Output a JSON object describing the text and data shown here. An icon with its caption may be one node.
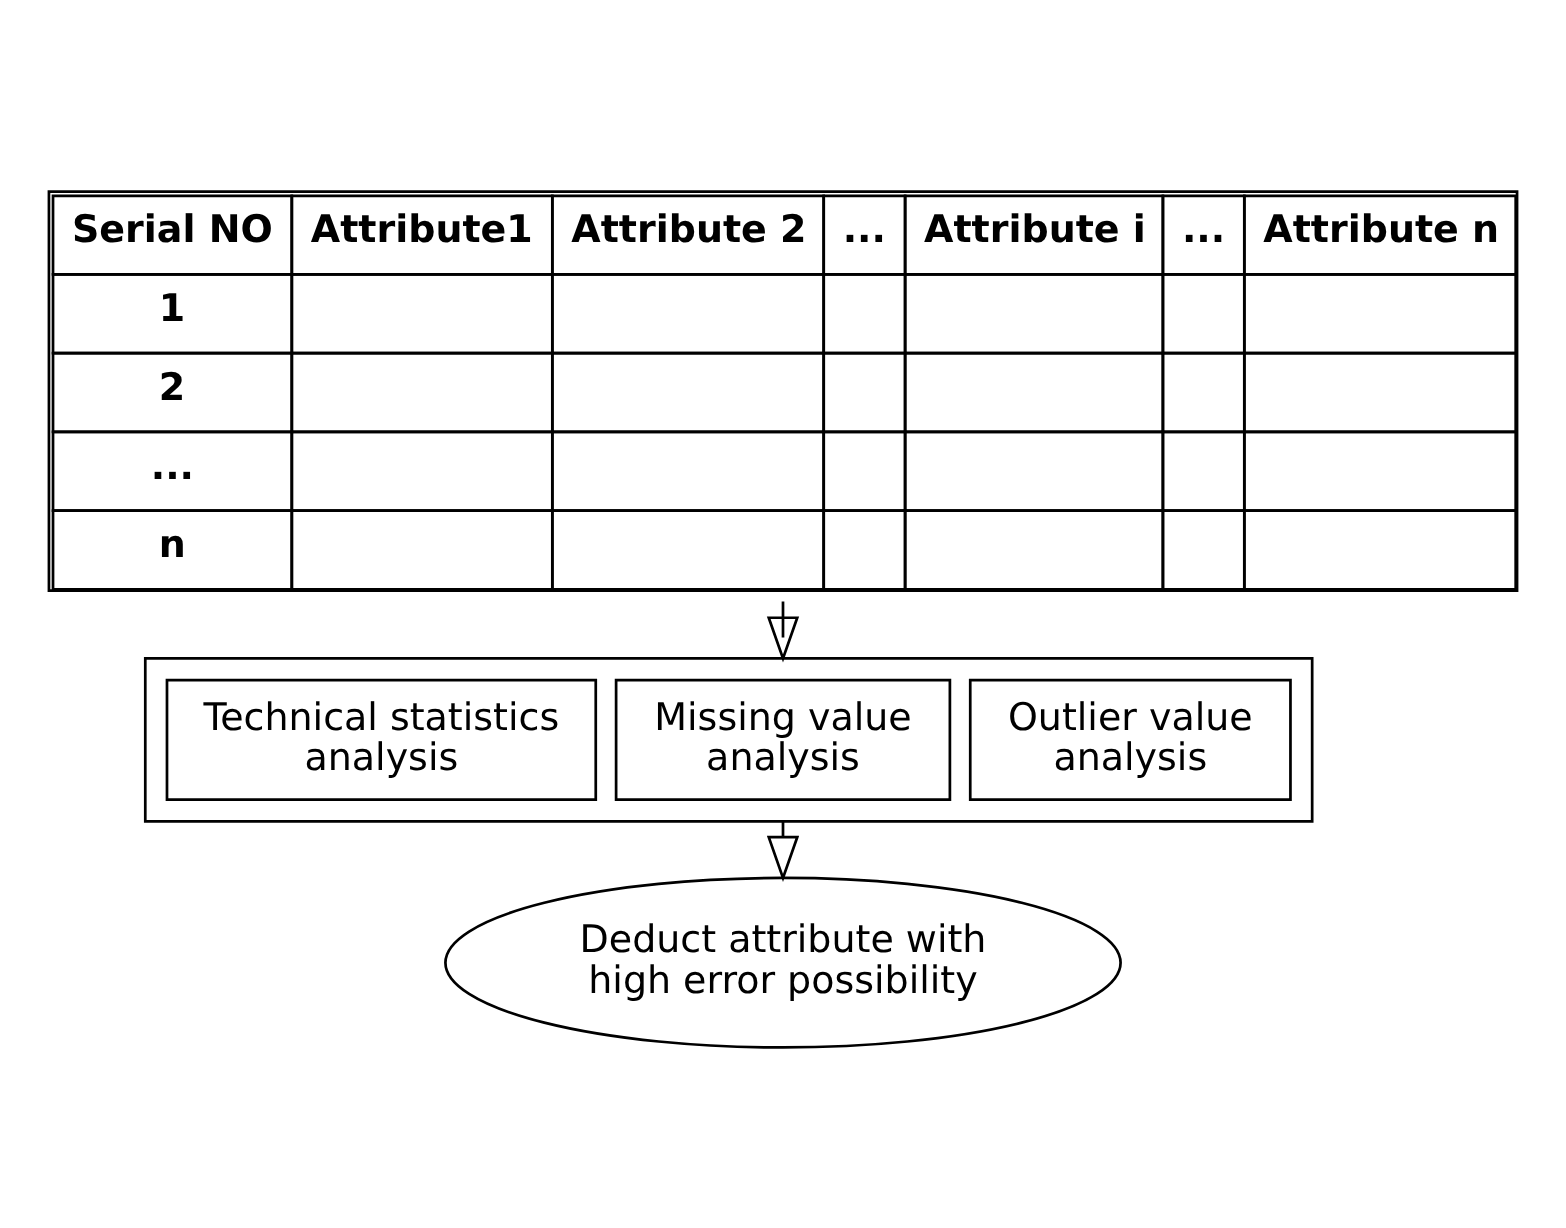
{
  "diagram": {
    "nodes": [
      {
        "text": [
          "Serial NO",
          "Attribute1",
          "Attribute 2",
          "...",
          "Attribute i",
          "...",
          "Attribute n",
          "1",
          "2",
          "...",
          "n"
        ]
      },
      {
        "text": [],
        "shape": "box"
      },
      {
        "text": [
          "Technical statistics analysis"
        ],
        "in": 1
      },
      {
        "text": [
          "Missing value analysis"
        ],
        "in": 1
      },
      {
        "text": [
          "Outlier value analysis"
        ],
        "in": 1
      },
      {
        "text": [
          "Deduct attribute with high error possibility"
        ]
      }
    ],
    "edges": [
      {
        "from": 0,
        "to": 1,
        "arrow": "to"
      },
      {
        "from": 1,
        "to": 5,
        "arrow": "to"
      }
    ]
  }
}
